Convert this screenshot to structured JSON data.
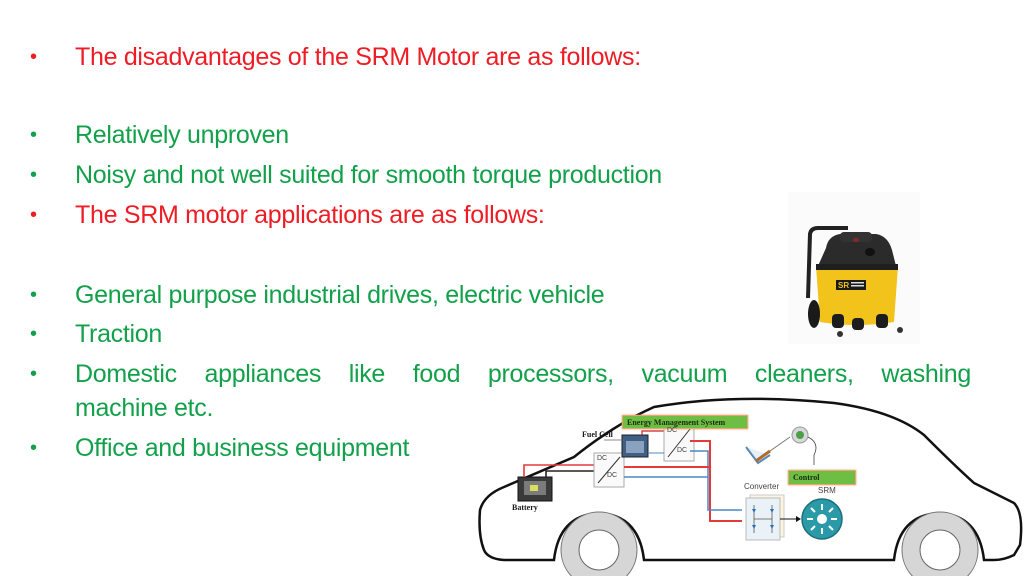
{
  "slide": {
    "colors": {
      "heading": "#ee1c24",
      "item": "#12a14a"
    },
    "bullet_glyph": "•",
    "sections": [
      {
        "heading": "The disadvantages of the SRM Motor are as follows:",
        "items": [
          "Relatively unproven",
          "Noisy and not well suited for smooth torque production"
        ]
      },
      {
        "heading": "The SRM motor applications are as follows:",
        "items": [
          "General purpose industrial drives, electric vehicle",
          "Traction",
          "Domestic appliances like food processors, vacuum cleaners, washing machine etc.",
          "Office and business equipment"
        ]
      }
    ],
    "domestic_line1": "Domestic appliances like food processors, vacuum cleaners, washing",
    "domestic_line2": "machine etc."
  },
  "vacuum_image": {
    "alt": "Yellow and black wet/dry vacuum cleaner",
    "badge": "SR"
  },
  "ev_diagram": {
    "energy_management": "Energy Management System",
    "fuel_cell": "Fuel Cell",
    "battery": "Battery",
    "dc_top": "DC",
    "dc_bottom": "DC",
    "converter": "Converter",
    "control": "Control",
    "srm": "SRM"
  }
}
